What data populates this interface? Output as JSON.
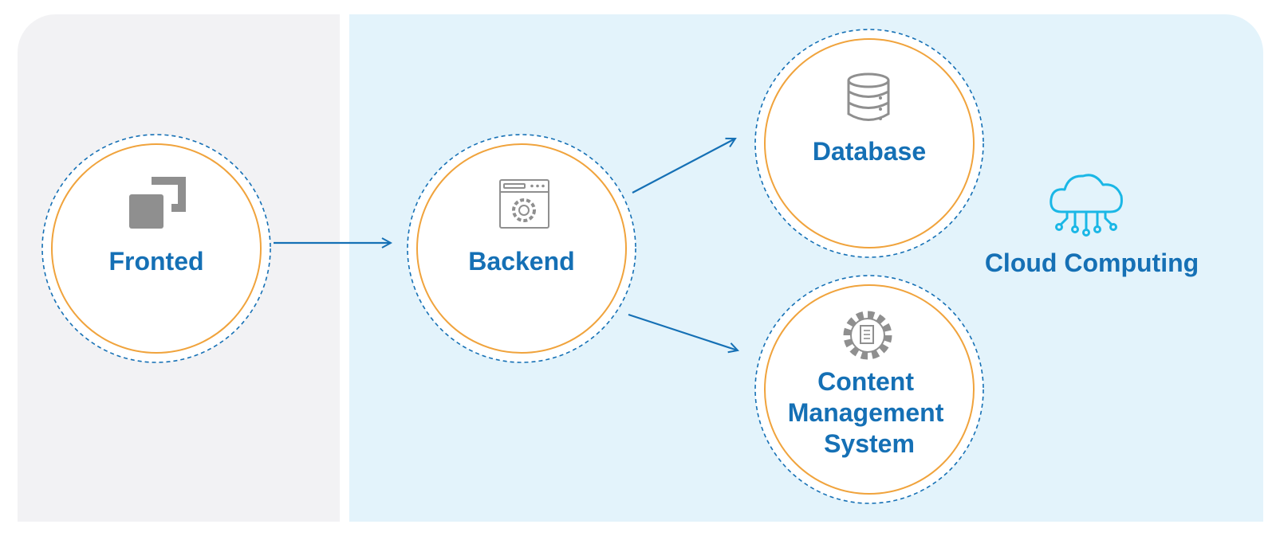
{
  "nodes": {
    "frontend": {
      "label": "Fronted",
      "icon": "window-stack-icon"
    },
    "backend": {
      "label": "Backend",
      "icon": "browser-gear-icon"
    },
    "database": {
      "label": "Database",
      "icon": "database-icon"
    },
    "cms": {
      "label_lines": [
        "Content",
        "Management",
        "System"
      ],
      "icon": "gear-document-icon"
    }
  },
  "cloud": {
    "label": "Cloud Computing",
    "icon": "cloud-network-icon"
  },
  "colors": {
    "text": "#1570b5",
    "circle_outline": "#f0a33c",
    "dashed_ring": "#1570b5",
    "icon_gray": "#8f8f8f",
    "cloud_icon": "#1ab7e6",
    "left_panel": "#f2f2f4",
    "right_panel": "#e3f3fb"
  }
}
